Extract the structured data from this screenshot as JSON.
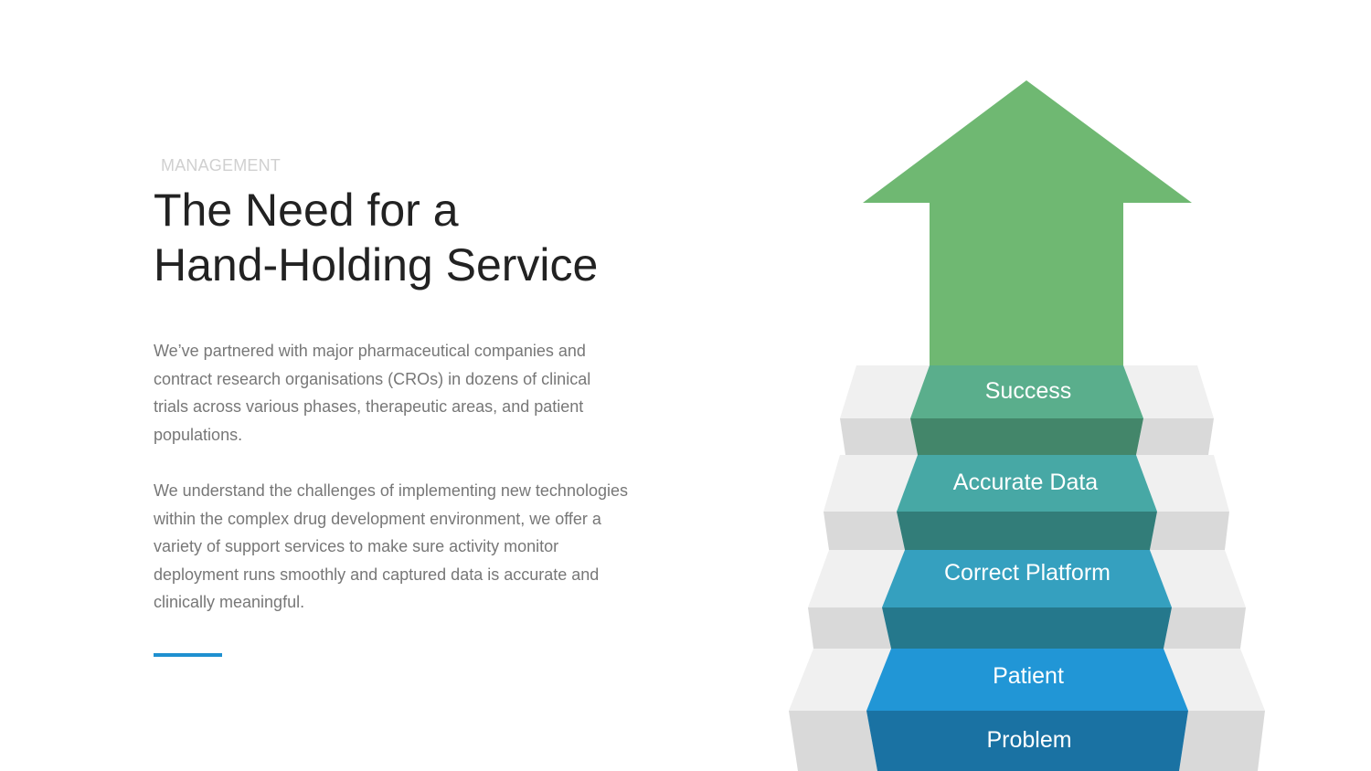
{
  "eyebrow": "MANAGEMENT",
  "title_line1": "The Need for a",
  "title_line2": "Hand-Holding Service",
  "paragraph1": "We’ve partnered with major pharmaceutical companies and contract research organisations (CROs) in dozens of clinical trials across various phases, therapeutic areas, and patient populations.",
  "paragraph2": "We understand the challenges of implementing new technologies within the complex drug development environment, we offer a variety of support services to make sure activity monitor deployment runs smoothly and captured data is accurate and clinically meaningful.",
  "stairs": [
    "Success",
    "Accurate Data",
    "Correct Platform",
    "Patient",
    "Problem"
  ],
  "colors": {
    "accent": "#1e90d0",
    "arrow": "#6fb872",
    "success": "#5aae8c",
    "accurate_data": "#47a8a5",
    "correct_platform": "#35a0bf",
    "patient": "#2196d6",
    "problem": "#1a72a3"
  }
}
